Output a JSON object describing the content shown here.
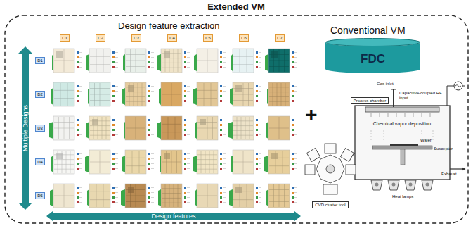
{
  "diagram": {
    "title": "Extended VM",
    "nodes": [
      {
        "text": [
          "C1"
        ]
      },
      {
        "text": [
          "C2"
        ]
      },
      {
        "text": [
          "C3"
        ]
      },
      {
        "text": [
          "C4"
        ]
      },
      {
        "text": [
          "C5"
        ]
      },
      {
        "text": [
          "C6"
        ]
      },
      {
        "text": [
          "C7"
        ]
      },
      {
        "text": [
          "D1"
        ]
      },
      {
        "text": [
          "D2"
        ]
      },
      {
        "text": [
          "D3"
        ]
      },
      {
        "text": [
          "D4"
        ]
      },
      {
        "text": [
          "D5"
        ]
      },
      {
        "text": [
          "Multiple Designs"
        ]
      },
      {
        "text": [
          "Design features"
        ]
      },
      {
        "text": [
          "FDC"
        ]
      },
      {
        "text": [
          "Process chamber"
        ]
      },
      {
        "text": [
          "CVD cluster tool"
        ]
      }
    ],
    "labels": [
      "Design feature extraction",
      "Conventional VM",
      "+",
      "Gas inlet",
      "Capacitive-coupled RF input",
      "Chemical vapor deposition",
      "Wafer",
      "Susceptor",
      "Heat lamps",
      "Exhaust"
    ]
  }
}
